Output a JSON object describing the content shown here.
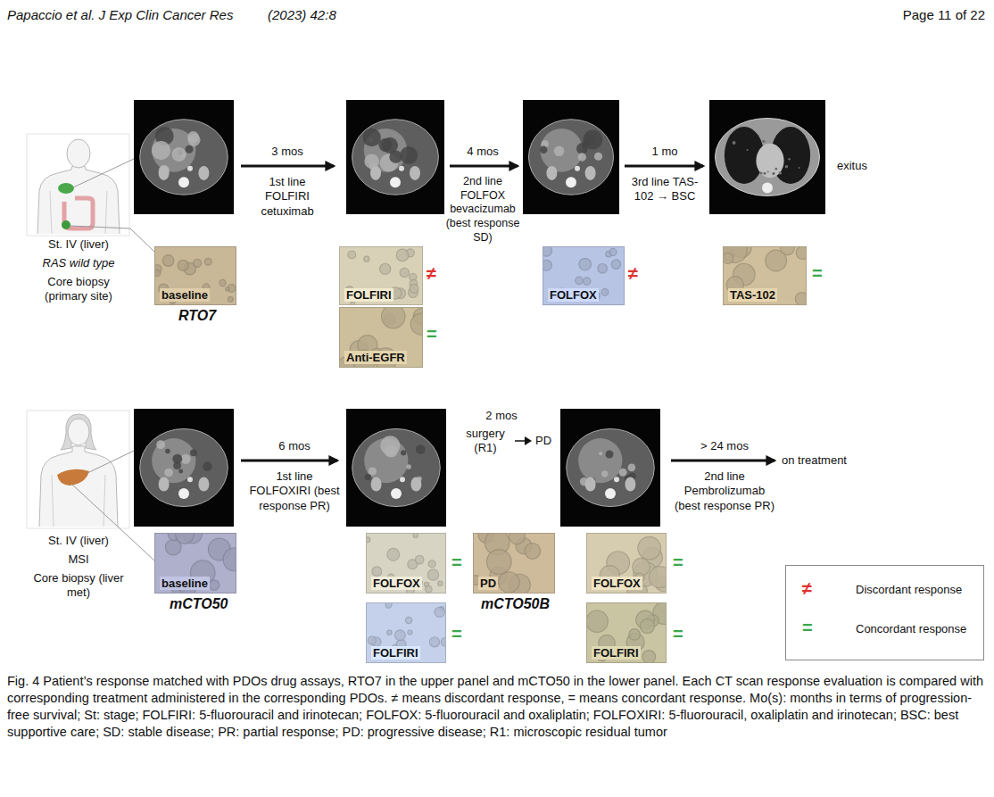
{
  "diagram": {
    "caption": "Fig. 4 Patient’s response matched with PDOs drug assays, RTO7 in the upper panel and mCTO50 in the lower panel. Each CT scan response evaluation is compared with corresponding treatment administered in the corresponding PDOs. ≠ means discordant response, = means concordant response. Mo(s): months in terms of progression-free survival; St: stage; FOLFIRI: 5-fluorouracil and irinotecan; FOLFOX: 5-fluorouracil and oxaliplatin; FOLFOXIRI: 5-fluorouracil, oxaliplatin and irinotecan; BSC: best supportive care; SD: stable disease; PR: partial response; PD: progressive disease; R1: microscopic residual tumor",
    "nodes": [
      {
        "text": [
          "baseline",
          "RTO7"
        ]
      },
      {
        "text": [
          "FOLFIRI"
        ]
      },
      {
        "text": [
          "Anti-EGFR"
        ]
      },
      {
        "text": [
          "FOLFOX"
        ]
      },
      {
        "text": [
          "TAS-102"
        ]
      },
      {
        "text": [
          "baseline",
          "mCTO50"
        ]
      },
      {
        "text": [
          "FOLFOX"
        ]
      },
      {
        "text": [
          "FOLFIRI"
        ]
      },
      {
        "text": [
          "PD",
          "mCTO50B"
        ]
      },
      {
        "text": [
          "FOLFOX"
        ]
      },
      {
        "text": [
          "FOLFIRI"
        ]
      }
    ],
    "labels": [
      "Papaccio et al. J Exp Clin Cancer Res",
      "(2023) 42:8",
      "Page 11 of 22",
      "St. IV (liver)",
      "RAS wild type",
      "Core biopsy (primary site)",
      "3 mos",
      "1st line FOLFIRI cetuximab",
      "4 mos",
      "2nd line FOLFOX bevacizumab (best response SD)",
      "1 mo",
      "3rd line TAS-102 → BSC",
      "exitus",
      "≠",
      "=",
      "≠",
      "=",
      "St. IV (liver)",
      "MSI",
      "Core biopsy (liver met)",
      "6 mos",
      "1st line FOLFOXIRI (best response PR)",
      "2 mos",
      "surgery (R1)",
      "PD",
      "> 24 mos",
      "2nd line Pembrolizumab (best response PR)",
      "on treatment",
      "=",
      "=",
      "=",
      "=",
      "≠",
      "="
    ],
    "legend": [
      {
        "text": "Discordant response",
        "color": "#e0312f"
      },
      {
        "text": "Concordant response",
        "color": "#3aa84a"
      }
    ]
  }
}
